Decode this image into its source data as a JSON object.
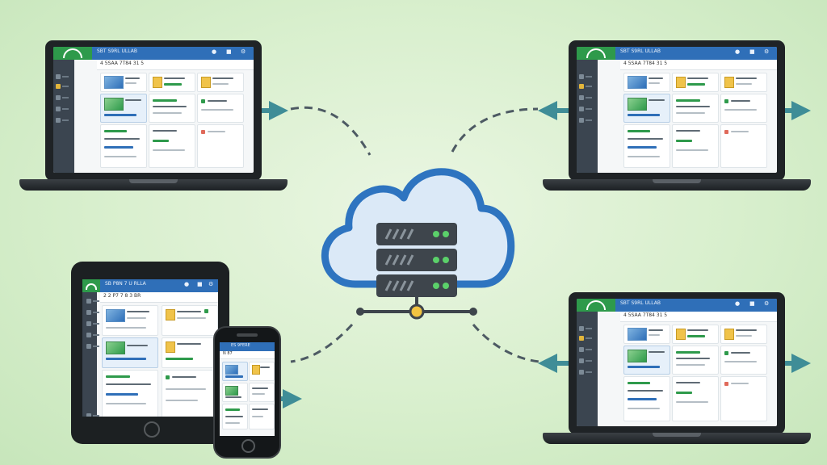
{
  "diagram": {
    "description_nodes": [
      "cloud-server",
      "laptop-top-left",
      "laptop-top-right",
      "laptop-bottom-right",
      "tablet",
      "phone"
    ],
    "colors": {
      "background": "#d8efcd",
      "cloud_stroke": "#2e74c0",
      "cloud_fill": "#d9e9f8",
      "server": "#3e454c",
      "server_led": "#5bd06a",
      "arrow": "#3f8d97",
      "dash": "#4d5a63",
      "app_header": "#2f6fb8",
      "app_logo": "#2e9a4b",
      "app_sidebar": "#3b4550"
    }
  },
  "app_screen": {
    "header_title": "SBT S9RL ULLAB",
    "header_icons": [
      "bell-icon",
      "help-icon",
      "settings-icon"
    ],
    "toolbar_text": "4 5SAA 7T84 31 5",
    "sidebar_items": [
      "home-icon",
      "star-icon",
      "list-icon",
      "grid-icon",
      "chart-icon",
      "settings-icon"
    ],
    "tablet_header_title": "SB P8N 7 U  RLLA",
    "tablet_toolbar_text": "2 2 P7 7 8 3 BR",
    "phone_header_title": "ES 9FERE",
    "phone_toolbar_text": "N 87"
  }
}
